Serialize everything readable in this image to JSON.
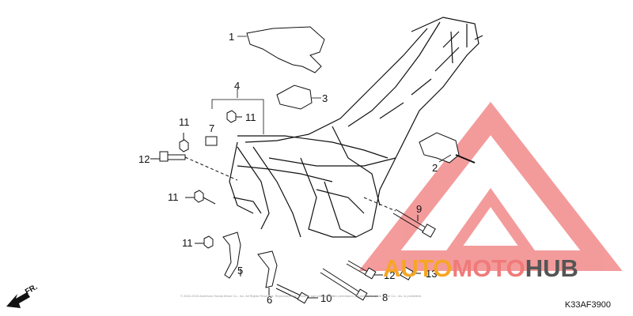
{
  "diagram": {
    "code": "K33AF3900",
    "direction_label": "FR.",
    "copyright": "© 2002-2015 American Honda Motor Co., Inc. All Rights Reserved. Reproduction in whole or part without written permission of American Honda Motor Co., Inc. is prohibited.",
    "callouts": [
      "1",
      "2",
      "3",
      "4",
      "5",
      "6",
      "7",
      "8",
      "9",
      "10",
      "11",
      "11",
      "11",
      "11",
      "12",
      "12",
      "13"
    ],
    "watermark": {
      "part1": "AUTO",
      "part2": "MOTO",
      "part3": "HUB",
      "colors": {
        "logo": "#f07a7a",
        "auto": "#f6a623",
        "hub": "#555555"
      }
    }
  }
}
